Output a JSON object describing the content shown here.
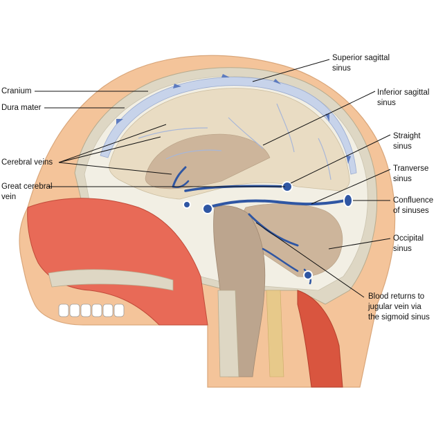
{
  "labels": {
    "cranium": "Cranium",
    "dura_mater": "Dura mater",
    "cerebral_veins": "Cerebral veins",
    "great_cerebral_vein": [
      "Great cerebral",
      "vein"
    ],
    "superior_sagittal_sinus": [
      "Superior sagittal",
      "sinus"
    ],
    "inferior_sagittal_sinus": [
      "Inferior sagittal",
      "sinus"
    ],
    "straight_sinus": [
      "Straight",
      "sinus"
    ],
    "transverse_sinus": [
      "Tranverse",
      "sinus"
    ],
    "confluence_of_sinuses": [
      "Confluence",
      "of sinuses"
    ],
    "occipital_sinus": [
      "Occipital",
      "sinus"
    ],
    "blood_returns": [
      "Blood returns to",
      "jugular vein via",
      "the sigmoid sinus"
    ]
  },
  "colors": {
    "skin": "#f4c49a",
    "bone": "#ded7c4",
    "dura": "#f2efe4",
    "cerebrum": "#e9dcc3",
    "brainstem": "#bca58e",
    "airway": "#e86a57",
    "muscle": "#d9553f",
    "sinus": "#c7d3ea",
    "vein": "#2f56a3",
    "leader": "#111111"
  }
}
